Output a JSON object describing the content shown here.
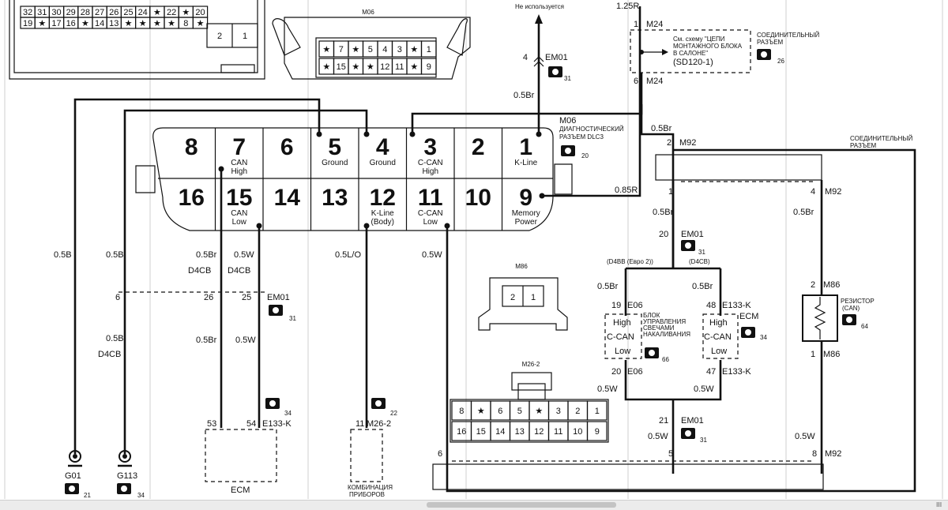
{
  "header": {
    "not_used": "Не используется",
    "wire_125r": "1.25R",
    "m06_top": "M06",
    "m86_title": "M86",
    "m262_title": "M26-2"
  },
  "top_connector": {
    "row1": [
      "32",
      "31",
      "30",
      "29",
      "28",
      "27",
      "26",
      "25",
      "24",
      "★",
      "22",
      "★",
      "20"
    ],
    "row2": [
      "19",
      "★",
      "17",
      "16",
      "★",
      "14",
      "13",
      "★",
      "★",
      "★",
      "★",
      "8",
      "★"
    ],
    "small": [
      "2",
      "1"
    ]
  },
  "m06_small": {
    "row1": [
      "★",
      "7",
      "★",
      "5",
      "4",
      "3",
      "★",
      "1"
    ],
    "row2": [
      "★",
      "15",
      "★",
      "★",
      "12",
      "11",
      "★",
      "9"
    ]
  },
  "dlc": {
    "top": [
      {
        "num": "8",
        "label": []
      },
      {
        "num": "7",
        "label": [
          "CAN",
          "High"
        ]
      },
      {
        "num": "6",
        "label": []
      },
      {
        "num": "5",
        "label": [
          "Ground"
        ]
      },
      {
        "num": "4",
        "label": [
          "Ground"
        ]
      },
      {
        "num": "3",
        "label": [
          "C-CAN",
          "High"
        ]
      },
      {
        "num": "2",
        "label": []
      },
      {
        "num": "1",
        "label": [
          "K-Line"
        ]
      }
    ],
    "bottom": [
      {
        "num": "16",
        "label": []
      },
      {
        "num": "15",
        "label": [
          "CAN",
          "Low"
        ]
      },
      {
        "num": "14",
        "label": []
      },
      {
        "num": "13",
        "label": []
      },
      {
        "num": "12",
        "label": [
          "K-Line",
          "(Body)"
        ]
      },
      {
        "num": "11",
        "label": [
          "C-CAN",
          "Low"
        ]
      },
      {
        "num": "10",
        "label": []
      },
      {
        "num": "9",
        "label": [
          "Memory",
          "Power"
        ]
      }
    ],
    "title1": "M06",
    "title2": "ДИАГНОСТИЧЕСКИЙ",
    "title3": "РАЗЪЕМ DLC3"
  },
  "labels": {
    "em01": "EM01",
    "pin4": "4",
    "wire_05br_top": "0.5Br",
    "wire_085r": "0.85R",
    "m24": "M24",
    "m24_pin1": "1",
    "m24_pin6": "6",
    "sd_ref1": "См. схему \"ЦЕПИ",
    "sd_ref2": "МОНТАЖНОГО БЛОКА",
    "sd_ref3": "В САЛОНЕ\"",
    "sd_ref4": "(SD120-1)",
    "conn_joint1": "СОЕДИНИТЕЛЬНЫЙ",
    "conn_joint2": "РАЗЪЕМ",
    "m92": "M92",
    "wire_05b": "0.5B",
    "wire_05br": "0.5Br",
    "wire_05w": "0.5W",
    "wire_05lo": "0.5L/O",
    "d4cb": "D4CB",
    "d4bb": "(D4BB (Евро 2))",
    "d4cb_p": "(D4CB)",
    "e06": "E06",
    "e133k": "E133-K",
    "m86": "M86",
    "high": "High",
    "ccan": "C-CAN",
    "low": "Low",
    "ecm": "ECM",
    "glow1": "БЛОК",
    "glow2": "УПРАВЛЕНИЯ",
    "glow3": "СВЕЧАМИ",
    "glow4": "НАКАЛИВАНИЯ",
    "res1": "РЕЗИСТОР",
    "res2": "(CAN)",
    "m262": "M26-2",
    "g01": "G01",
    "g113": "G113",
    "cluster1": "КОМБИНАЦИЯ",
    "cluster2": "ПРИБОРОВ",
    "p20": "20",
    "p21": "21",
    "p22": "22",
    "p25": "25",
    "p26": "26",
    "p31": "31",
    "p34": "34",
    "p53": "53",
    "p54": "54",
    "p64": "64",
    "p66": "66",
    "n1": "1",
    "n2": "2",
    "n4": "4",
    "n5": "5",
    "n6": "6",
    "n8": "8",
    "n11": "11",
    "n19": "19",
    "n20": "20",
    "n21": "21",
    "n25": "25",
    "n26": "26",
    "n47": "47",
    "n48": "48"
  },
  "m262_connector": {
    "row1": [
      "8",
      "★",
      "6",
      "5",
      "★",
      "3",
      "2",
      "1"
    ],
    "row2": [
      "16",
      "15",
      "14",
      "13",
      "12",
      "11",
      "10",
      "9"
    ]
  },
  "m86_connector": [
    "2",
    "1"
  ],
  "scroll": {
    "grip": "III"
  }
}
